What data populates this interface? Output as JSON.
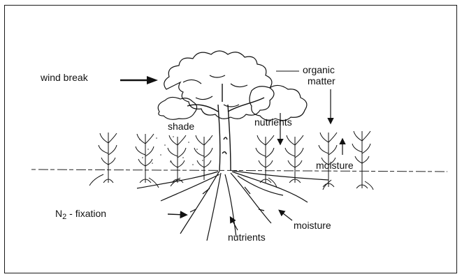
{
  "labels": {
    "wind_break": "wind break",
    "organic_matter_line1": "organic",
    "organic_matter_line2": "matter",
    "shade": "shade",
    "nutrients_top": "nutrients",
    "moisture_right": "moisture",
    "n2_base": "N",
    "n2_sub": "2",
    "n2_rest": " - fixation",
    "moisture_bottom": "moisture",
    "nutrients_bottom": "nutrients"
  },
  "colors": {
    "ink": "#111111",
    "background": "#ffffff"
  }
}
